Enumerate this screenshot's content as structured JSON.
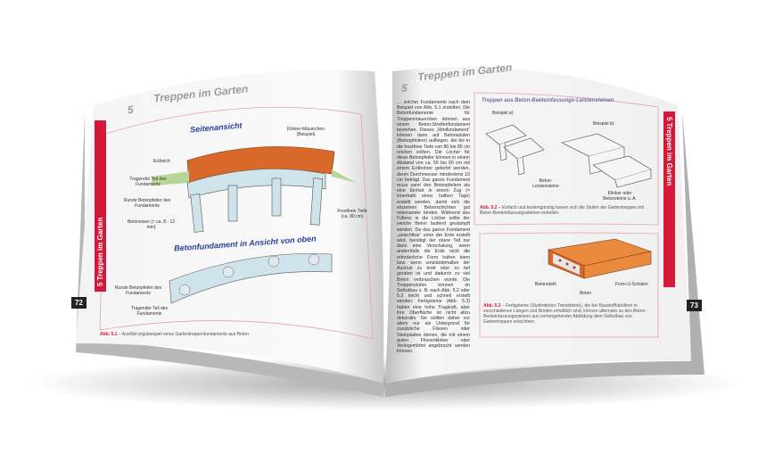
{
  "left_page": {
    "chapter_number": "5",
    "header": "Treppen im Garten",
    "side_tab": "5  Treppen im Garten",
    "page_number": "72",
    "figure": {
      "title_side": "Seitenansicht",
      "title_top": "Betonfundament in Ansicht von oben",
      "labels": {
        "klinker": "Klinker-Mäuerchen (Beispiel)",
        "erdreich": "Erdreich",
        "tragender": "Tragender Teil des Fundaments",
        "pfeiler": "Runde Betonpfeiler des Fundaments",
        "eisen": "Betoneisen (≈ ca. 8 - 12 mm)",
        "frost": "Frostfreie Tiefe (ca. 80 cm)",
        "pfeiler_top": "Runde Betonpfeiler des Fundaments",
        "tragender_top": "Tragender Teil des Fundaments"
      },
      "caption_label": "Abb. 5.1",
      "caption": " – Ausführungsbeispiel eines Gartentreppenfundaments aus Beton"
    }
  },
  "right_page": {
    "chapter_number": "5",
    "header": "Treppen im Garten",
    "side_tab": "5  Treppen im Garten",
    "page_number": "73",
    "body": "… solcher Fundamente nach dem Beispiel von Abb. 5.1 erstellen. Die Betonfundamente für Treppenmäuerchen können aus einem Beton-Streifenfundament bestehen. Dieses „Minifundament“ können dann auf Betonsäulen (Betonpfeilern) aufliegen, die bis in die frostfreie Tiefe von 80 bis 85 cm reichen sollten. Die Löcher für diese Betonpfeiler können in einem Abstand von ca. 50 bis 60 cm mit einem Erdbohrer gebohrt werden, deren Durchmesser mindestens 10 cm beträgt. Das ganze Fundament muss samt den Betonpfeilern als eine Einheit in einem Zug (= innerhalb eines halben Tags) erstellt werden, damit sich die einzelnen Betonschichten gut miteinander binden. Während des Füllens in die Löcher sollte der weiche Beton laufend gestampft werden. Da das ganze Fundament „unsichtbar“ unter der Erde erstellt wird, benötigt der obere Teil nur dann eine Verschalung, wenn andernfalls die Erde nicht die erforderliche Form halten kann bzw. wenn umständehalber der Aushub zu breit oder zu tief geraten ist und dadurch zu viel Beton verbrauchen würde. Die Treppenstufen können im Selbstbau z. B. nach Abb. 5.2 oder 5.3 leicht und schnell erstellt werden. Fertigsteine (Abb. 5.3) haben eine hohe Tragkraft, aber ihre Oberfläche ist nicht allzu dekorativ. Sie sollten daher vor allem nur als Untergrund für zusätzliche Fliesen oder Steinplatten dienen, die mit einem guten Fliesenkleber oder Verlegemörtel angebracht werden können.",
    "figure_2": {
      "title": "Treppen aus Beton-Beeteinfassungs-Leistensteinen",
      "example_a": "Beispiel a):",
      "example_b": "Beispiel b):",
      "label_leisten": "Beton-Leistensteine",
      "label_klinker": "Klinker oder Betonsteine u. A.",
      "caption_label": "Abb. 5.2",
      "caption": " – Einfach und kostengünstig lassen sich die Stufen der Gartentreppen mit Beton-Beeteinfassungssteinen erstellen."
    },
    "figure_3": {
      "label_stahl": "Betonstahl",
      "label_beton": "Beton",
      "label_schalen": "Form-U-Schalen",
      "caption_label": "Abb. 5.3",
      "caption": " – Fertigsteine (Stufenbeton-Trendsteine), die bei Baustoffhändlern in verschiedenen Längen und Breiten erhältlich sind, können alternativ zu den Beton-Beeteinfassungssteinen aus vorhergehender Abbildung dem Selbstbau von Gartentreppen erleichtern."
    }
  },
  "colors": {
    "accent": "#d5173a",
    "title_blue": "#27409a",
    "brick": "#d9692a",
    "concrete": "#cfe3ea"
  }
}
